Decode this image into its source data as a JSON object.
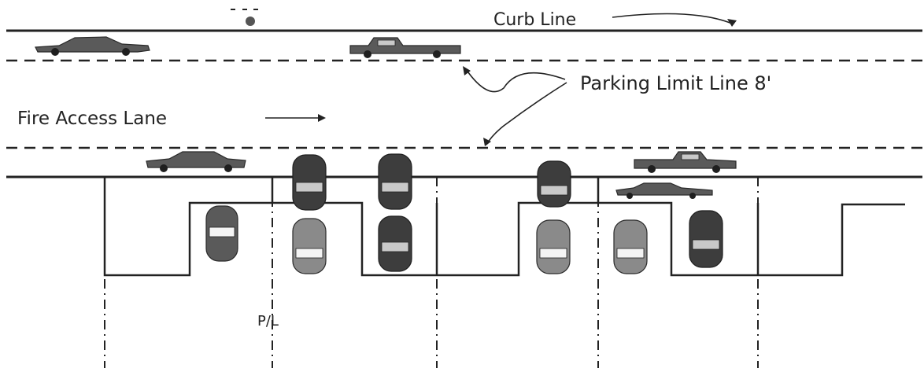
{
  "labels": {
    "curb_line": "Curb Line",
    "parking_limit_line": "Parking Limit Line 8'",
    "fire_access_lane": "Fire Access Lane",
    "property_line": "P/L"
  },
  "colors": {
    "ink": "#222222",
    "car_fill": "#5a5a5a",
    "background": "#ffffff"
  }
}
